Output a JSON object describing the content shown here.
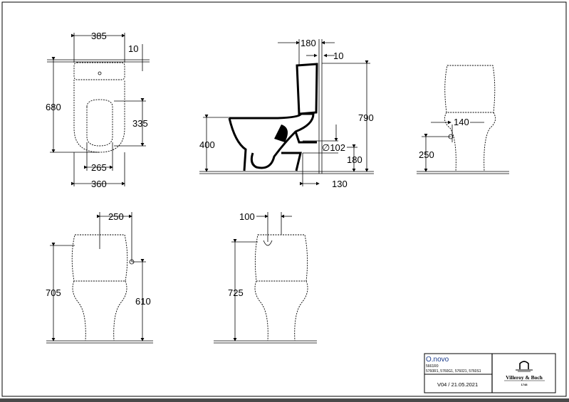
{
  "top_view": {
    "width_tank": "385",
    "wall_gap": "10",
    "depth": "680",
    "seat_to_rear": "335",
    "seat_width": "265",
    "bowl_width": "360"
  },
  "side_view": {
    "tank_depth": "180",
    "wall_gap": "10",
    "height_total": "790",
    "seat_height": "400",
    "outlet_diameter": "∅102",
    "outlet_height": "180",
    "outlet_distance": "130"
  },
  "front_view_right": {
    "inlet_offset": "140",
    "inlet_height": "250"
  },
  "front_view_bottom_left": {
    "inlet_offset": "250",
    "height_total": "705",
    "inlet_height": "610"
  },
  "front_view_bottom_middle": {
    "inlet_offset": "100",
    "height_total": "725"
  },
  "title_block": {
    "product_name": "O.novo",
    "article_number": "5661R0",
    "variants": "5760R1, 5760G1, 576021, 5760S1",
    "version_date": "V04 / 21.05.2021",
    "brand_logo": "Villeroy & Boch",
    "brand_year": "1748"
  }
}
